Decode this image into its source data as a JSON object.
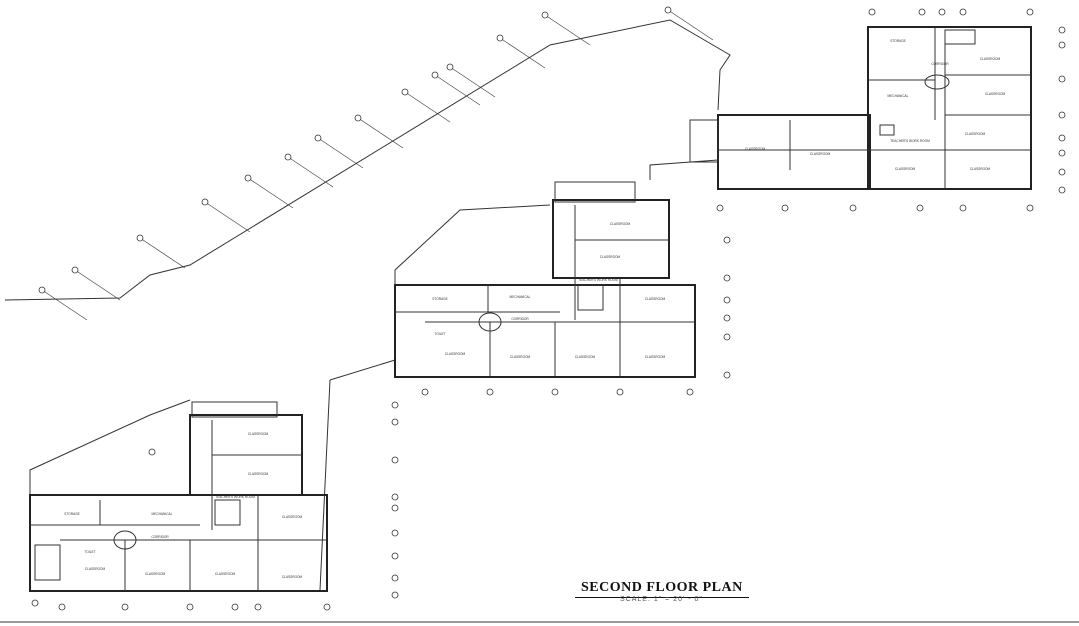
{
  "drawing": {
    "title": "SECOND FLOOR PLAN",
    "scale": "SCALE:  1\" = 20' - 0\""
  },
  "rooms": {
    "storage": "STORAGE",
    "mechanical": "MECHANICAL",
    "classroom": "CLASSROOM",
    "toilet": "TOILET",
    "corridor": "CORRIDOR",
    "work_room": "TEACHER'S WORK ROOM"
  },
  "colors": {
    "line": "#222222",
    "background": "#ffffff"
  }
}
